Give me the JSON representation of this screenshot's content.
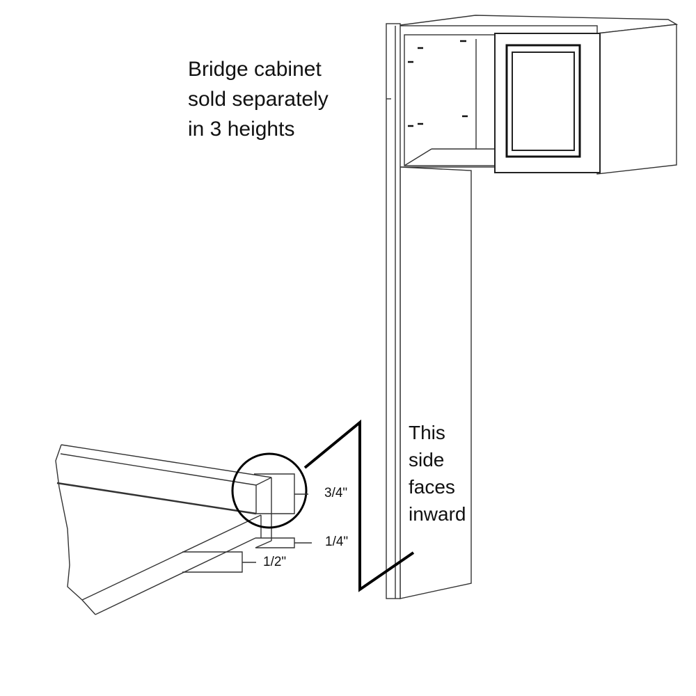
{
  "callouts": {
    "bridge_cabinet": [
      "Bridge cabinet",
      "sold separately",
      "in 3 heights"
    ],
    "side_faces": [
      "This",
      "side",
      "faces",
      "inward"
    ]
  },
  "dimensions": {
    "top": "3/4\"",
    "middle": "1/4\"",
    "bottom": "1/2\""
  }
}
